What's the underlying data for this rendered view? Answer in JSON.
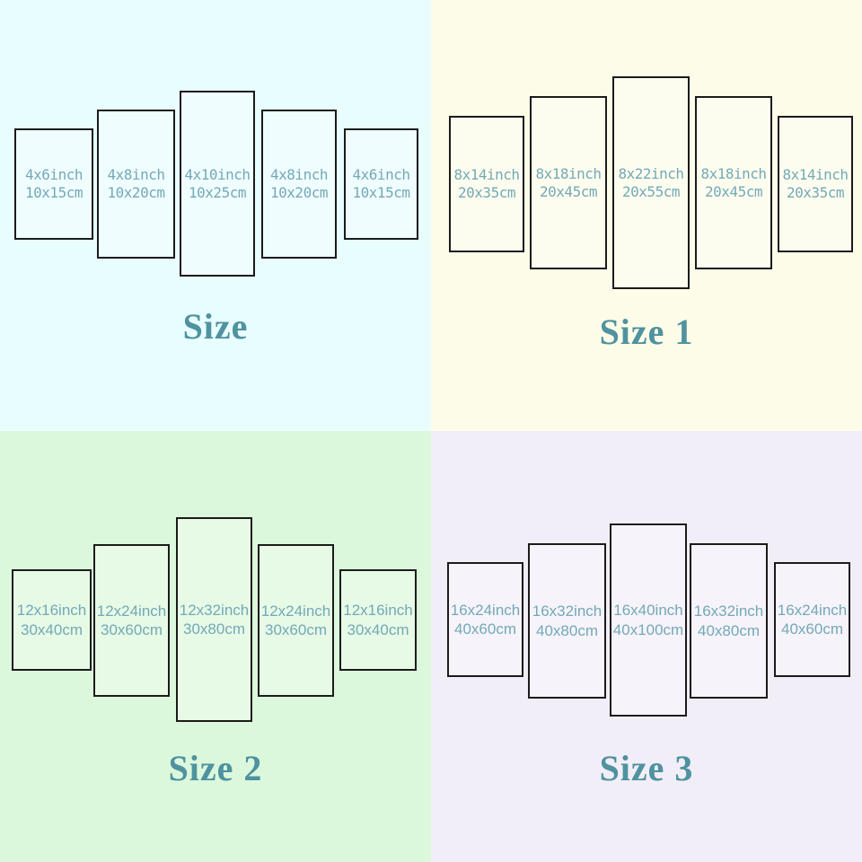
{
  "colors": {
    "panel_border": "#1b1b1b",
    "label_text": "#74a9b7",
    "title_text": "#4f92a0",
    "bg_top_left": "#e8fdfe",
    "bg_top_right": "#fdfce8",
    "bg_bottom_left": "#dcf8dc",
    "bg_bottom_right": "#f2eef8"
  },
  "quadrants": [
    {
      "title": "Size",
      "bg": "#e8fdfe",
      "panels": [
        {
          "inch": "4x6inch",
          "cm": "10x15cm"
        },
        {
          "inch": "4x8inch",
          "cm": "10x20cm"
        },
        {
          "inch": "4x10inch",
          "cm": "10x25cm"
        },
        {
          "inch": "4x8inch",
          "cm": "10x20cm"
        },
        {
          "inch": "4x6inch",
          "cm": "10x15cm"
        }
      ]
    },
    {
      "title": "Size 1",
      "bg": "#fdfce8",
      "panels": [
        {
          "inch": "8x14inch",
          "cm": "20x35cm"
        },
        {
          "inch": "8x18inch",
          "cm": "20x45cm"
        },
        {
          "inch": "8x22inch",
          "cm": "20x55cm"
        },
        {
          "inch": "8x18inch",
          "cm": "20x45cm"
        },
        {
          "inch": "8x14inch",
          "cm": "20x35cm"
        }
      ]
    },
    {
      "title": "Size 2",
      "bg": "#dcf8dc",
      "panels": [
        {
          "inch": "12x16inch",
          "cm": "30x40cm"
        },
        {
          "inch": "12x24inch",
          "cm": "30x60cm"
        },
        {
          "inch": "12x32inch",
          "cm": "30x80cm"
        },
        {
          "inch": "12x24inch",
          "cm": "30x60cm"
        },
        {
          "inch": "12x16inch",
          "cm": "30x40cm"
        }
      ]
    },
    {
      "title": "Size 3",
      "bg": "#f2eef8",
      "panels": [
        {
          "inch": "16x24inch",
          "cm": "40x60cm"
        },
        {
          "inch": "16x32inch",
          "cm": "40x80cm"
        },
        {
          "inch": "16x40inch",
          "cm": "40x100cm"
        },
        {
          "inch": "16x32inch",
          "cm": "40x80cm"
        },
        {
          "inch": "16x24inch",
          "cm": "40x60cm"
        }
      ]
    }
  ]
}
